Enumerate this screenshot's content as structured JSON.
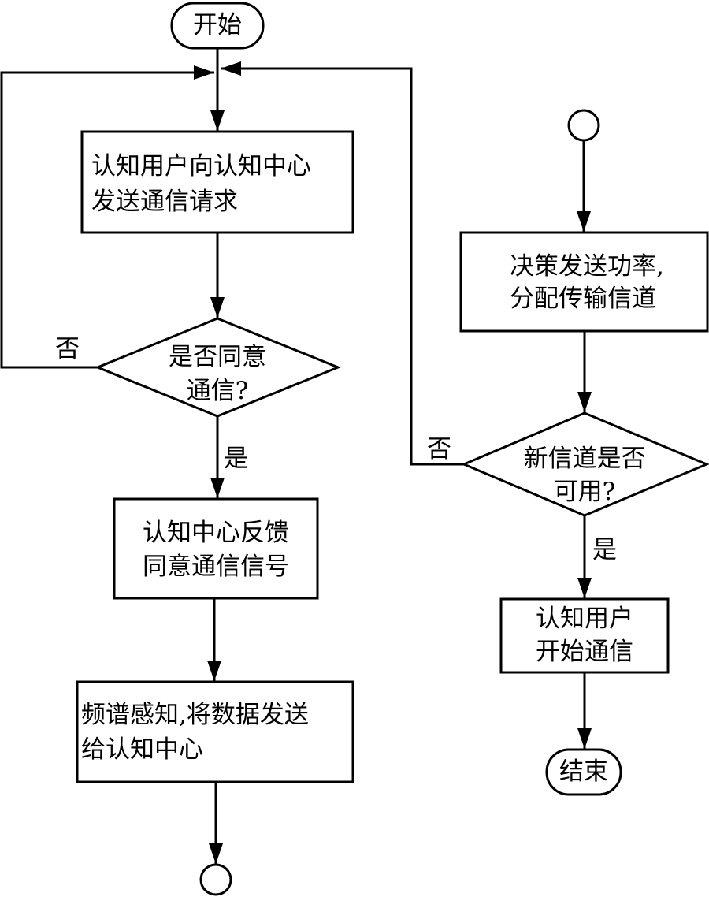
{
  "diagram": {
    "type": "flowchart",
    "colors": {
      "stroke": "#000000",
      "background": "#ffffff",
      "text": "#000000"
    },
    "nodes": {
      "start": {
        "shape": "terminal",
        "text": "开始"
      },
      "request": {
        "shape": "process",
        "lines": [
          "认知用户向认知中心",
          "发送通信请求"
        ]
      },
      "agree_decision": {
        "shape": "decision",
        "lines": [
          "是否同意",
          "通信?"
        ]
      },
      "feedback": {
        "shape": "process",
        "lines": [
          "认知中心反馈",
          "同意通信信号"
        ]
      },
      "sensing": {
        "shape": "process",
        "lines": [
          "频谱感知,将数据发送",
          "给认知中心"
        ]
      },
      "connector_out": {
        "shape": "connector",
        "text": ""
      },
      "connector_in": {
        "shape": "connector",
        "text": ""
      },
      "allocate": {
        "shape": "process",
        "lines": [
          "决策发送功率,",
          "分配传输信道"
        ]
      },
      "channel_decision": {
        "shape": "decision",
        "lines": [
          "新信道是否",
          "可用?"
        ]
      },
      "communicate": {
        "shape": "process",
        "lines": [
          "认知用户",
          "开始通信"
        ]
      },
      "end": {
        "shape": "terminal",
        "text": "结束"
      }
    },
    "edges": [
      {
        "from": "start",
        "to": "request",
        "label": ""
      },
      {
        "from": "request",
        "to": "agree_decision",
        "label": ""
      },
      {
        "from": "agree_decision",
        "to": "request",
        "label": "否"
      },
      {
        "from": "agree_decision",
        "to": "feedback",
        "label": "是"
      },
      {
        "from": "feedback",
        "to": "sensing",
        "label": ""
      },
      {
        "from": "sensing",
        "to": "connector_out",
        "label": ""
      },
      {
        "from": "connector_in",
        "to": "allocate",
        "label": ""
      },
      {
        "from": "allocate",
        "to": "channel_decision",
        "label": ""
      },
      {
        "from": "channel_decision",
        "to": "request",
        "label": "否"
      },
      {
        "from": "channel_decision",
        "to": "communicate",
        "label": "是"
      },
      {
        "from": "communicate",
        "to": "end",
        "label": ""
      }
    ],
    "edge_labels": {
      "agree_no": "否",
      "agree_yes": "是",
      "channel_no": "否",
      "channel_yes": "是"
    }
  }
}
